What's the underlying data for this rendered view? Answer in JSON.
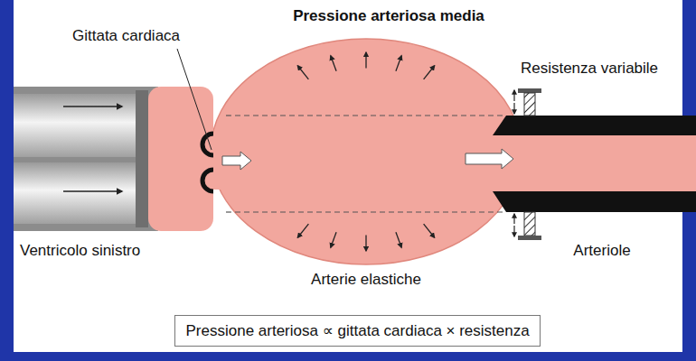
{
  "diagram": {
    "title": "Pressione arteriosa media",
    "nodes": [
      {
        "text": [
          "Pressione arteriosa ∝ gittata cardiaca × resistenza"
        ]
      }
    ],
    "labels": [
      "Gittata cardiaca",
      "Resistenza variabile",
      "Ventricolo sinistro",
      "Arterie elastiche",
      "Arteriole"
    ]
  }
}
